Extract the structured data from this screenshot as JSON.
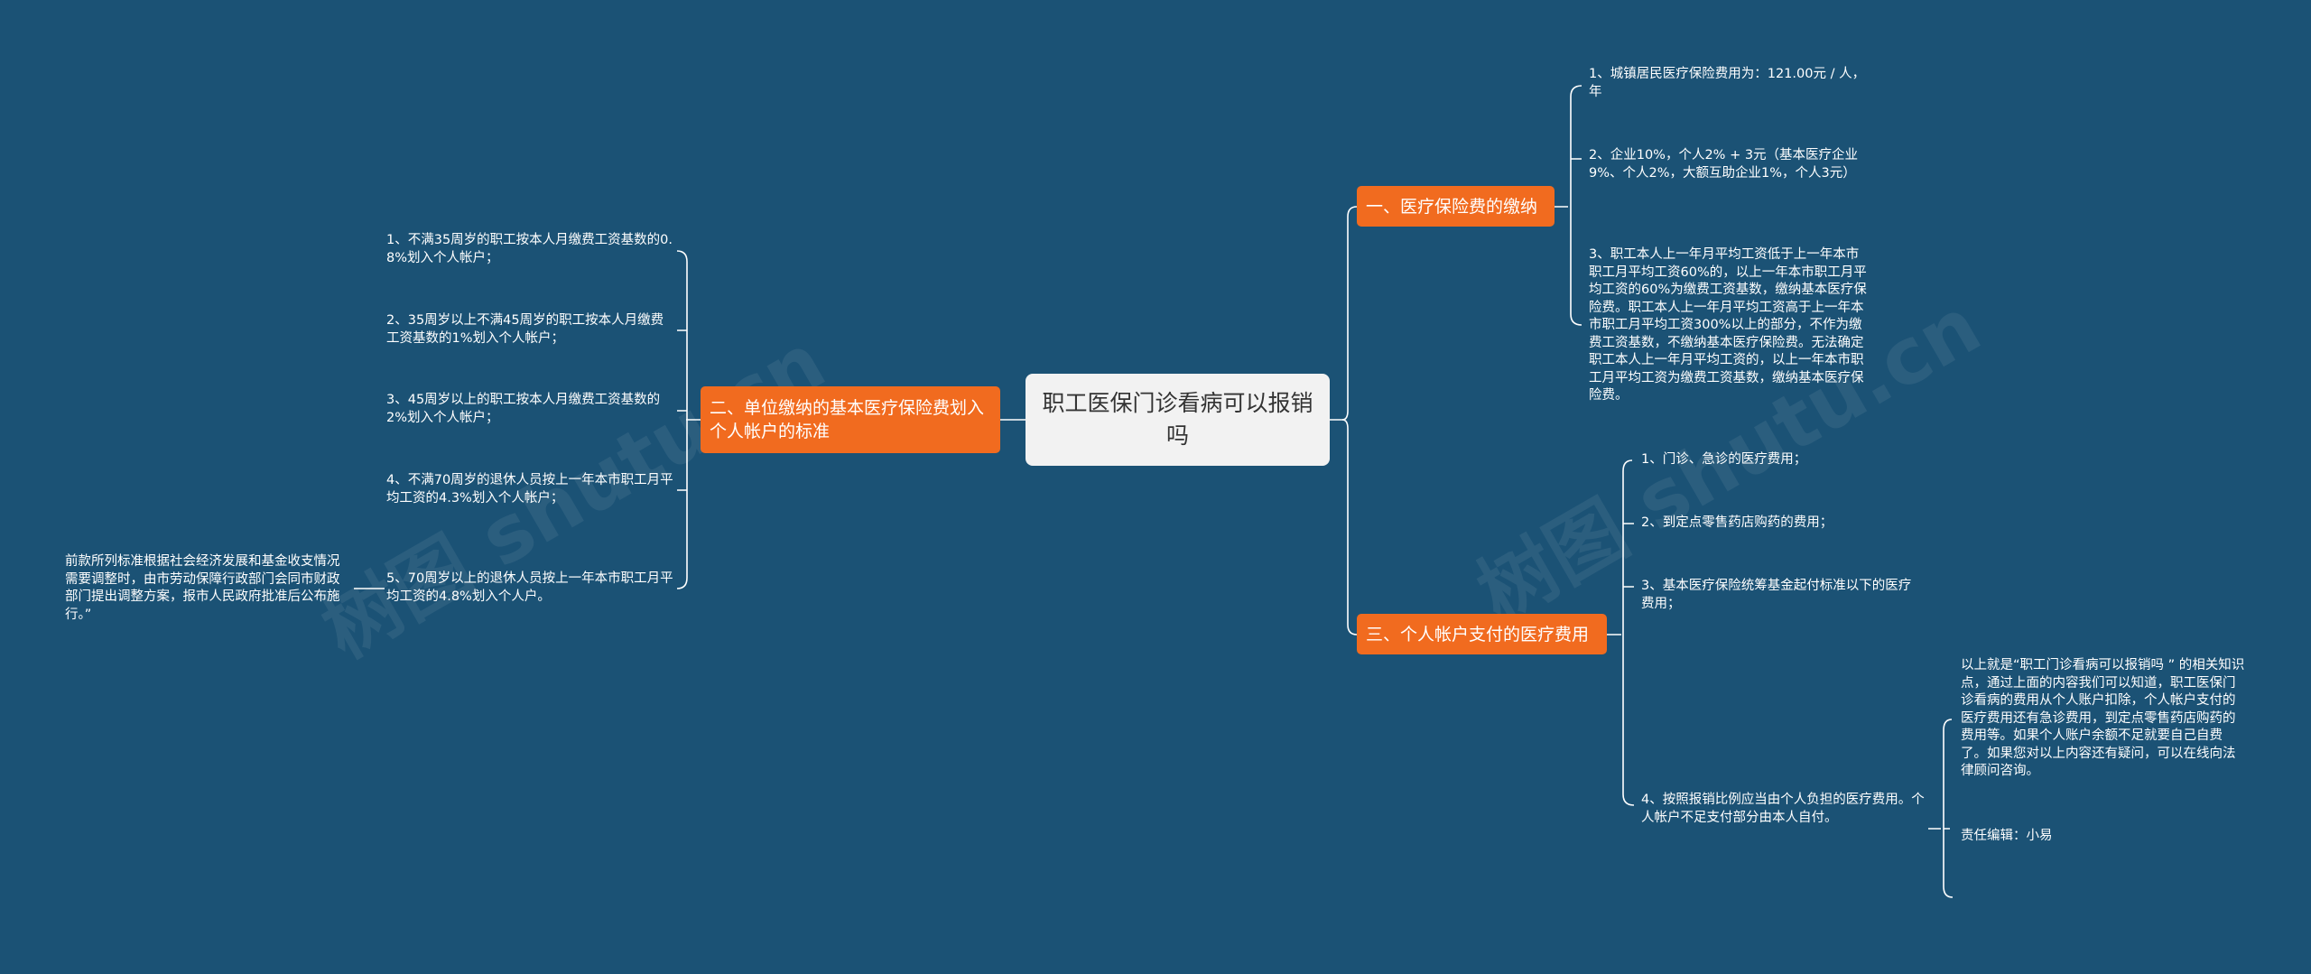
{
  "root": {
    "title": "职工医保门诊看病可以报销吗"
  },
  "watermark": {
    "left_text": "树图 shutu.cn",
    "right_text": "树图 shutu.cn"
  },
  "branches": {
    "b1": {
      "label": "一、医疗保险费的缴纳",
      "items": [
        "1、城镇居民医疗保险费用为：121.00元 / 人，年",
        "2、企业10%，个人2% + 3元（基本医疗企业9%、个人2%，大额互助企业1%，个人3元）",
        "3、职工本人上一年月平均工资低于上一年本市职工月平均工资60%的，以上一年本市职工月平均工资的60%为缴费工资基数，缴纳基本医疗保险费。职工本人上一年月平均工资高于上一年本市职工月平均工资300%以上的部分，不作为缴费工资基数，不缴纳基本医疗保险费。无法确定职工本人上一年月平均工资的，以上一年本市职工月平均工资为缴费工资基数，缴纳基本医疗保险费。"
      ]
    },
    "b2": {
      "label": "二、单位缴纳的基本医疗保险费划入个人帐户的标准",
      "items": [
        "1、不满35周岁的职工按本人月缴费工资基数的0.8%划入个人帐户；",
        "2、35周岁以上不满45周岁的职工按本人月缴费工资基数的1%划入个人帐户；",
        "3、45周岁以上的职工按本人月缴费工资基数的2%划入个人帐户；",
        "4、不满70周岁的退休人员按上一年本市职工月平均工资的4.3%划入个人帐户；",
        "5、70周岁以上的退休人员按上一年本市职工月平均工资的4.8%划入个人户。"
      ],
      "sub_note": "前款所列标准根据社会经济发展和基金收支情况需要调整时，由市劳动保障行政部门会同市财政部门提出调整方案，报市人民政府批准后公布施行。”"
    },
    "b3": {
      "label": "三、个人帐户支付的医疗费用",
      "items": [
        "1、门诊、急诊的医疗费用；",
        "2、到定点零售药店购药的费用；",
        "3、基本医疗保险统筹基金起付标准以下的医疗费用；",
        "4、按照报销比例应当由个人负担的医疗费用。个人帐户不足支付部分由本人自付。"
      ],
      "sub_items": [
        "以上就是“职工门诊看病可以报销吗 ” 的相关知识点，通过上面的内容我们可以知道，职工医保门诊看病的费用从个人账户扣除，个人帐户支付的医疗费用还有急诊费用，到定点零售药店购药的费用等。如果个人账户余额不足就要自己自费了。如果您对以上内容还有疑问，可以在线向法律顾问咨询。",
        "责任编辑：小易"
      ]
    }
  }
}
